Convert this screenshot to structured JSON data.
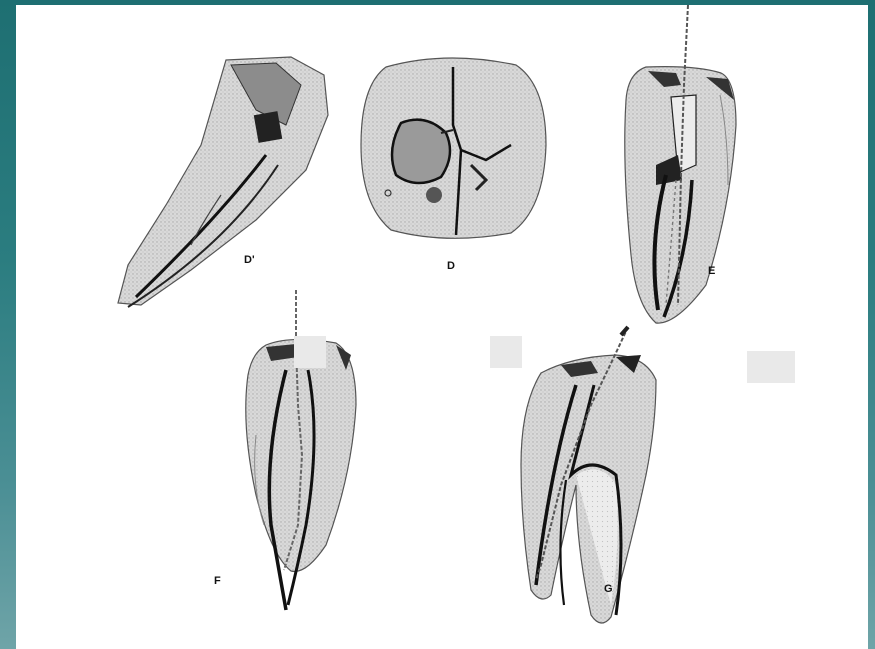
{
  "figure_labels": {
    "d_prime": "D'",
    "d": "D",
    "e": "E",
    "f": "F",
    "g": "G"
  },
  "colors": {
    "background_teal": "#2b7d80",
    "panel": "#ffffff",
    "ink": "#111111",
    "shading": "#bdbdbd"
  }
}
